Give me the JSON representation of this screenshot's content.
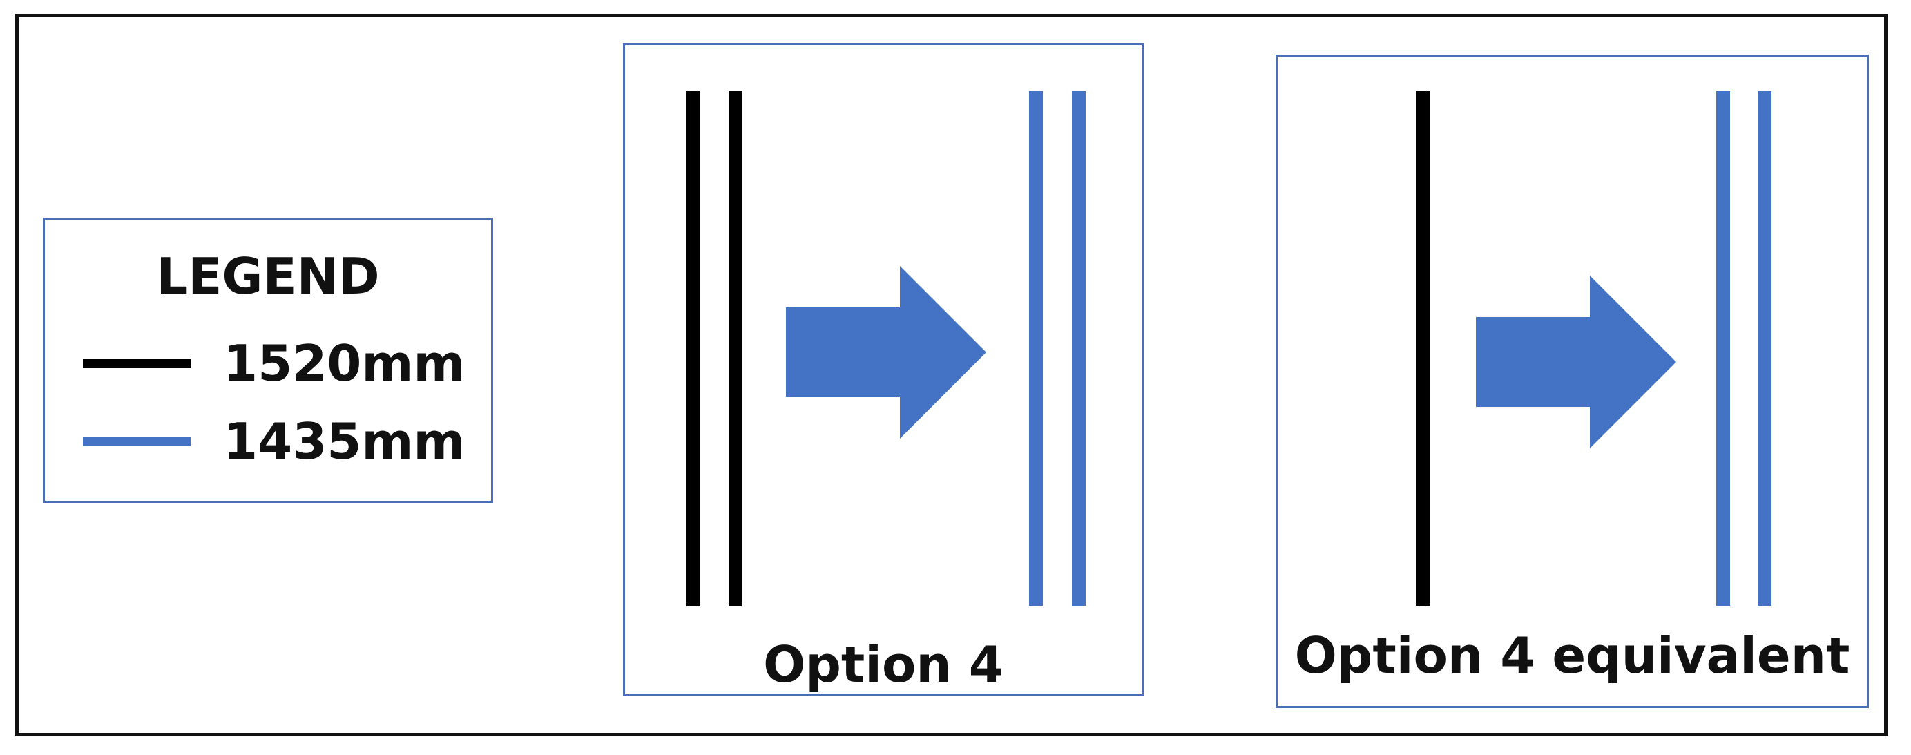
{
  "colors": {
    "rail_1520": "#000000",
    "rail_1435": "#4472c4",
    "arrow": "#4472c4",
    "panel_border": "#4a6fb8",
    "frame_border": "#111111"
  },
  "legend": {
    "title": "LEGEND",
    "entries": [
      {
        "label": "1520mm",
        "color": "#000000"
      },
      {
        "label": "1435mm",
        "color": "#4472c4"
      }
    ]
  },
  "options": [
    {
      "label": "Option 4",
      "from_rails": [
        "1520mm",
        "1520mm"
      ],
      "to_rails": [
        "1435mm",
        "1435mm"
      ],
      "arrow_icon": "right-arrow-icon"
    },
    {
      "label": "Option 4 equivalent",
      "from_rails": [
        "1520mm"
      ],
      "to_rails": [
        "1435mm",
        "1435mm"
      ],
      "arrow_icon": "right-arrow-icon"
    }
  ]
}
